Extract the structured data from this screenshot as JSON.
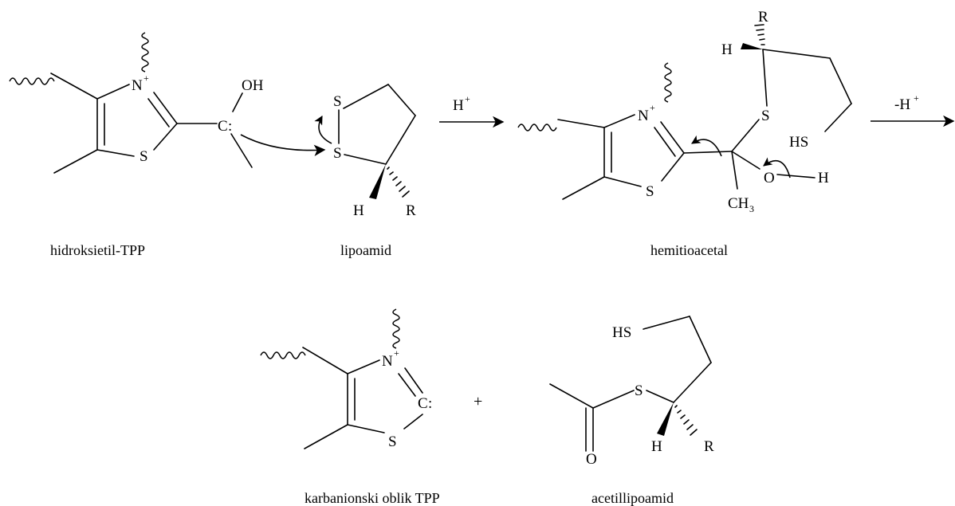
{
  "atoms": {
    "nitrogen": "N",
    "sulfur": "S",
    "carbon": "C",
    "oxygen": "O",
    "hydrogen": "H",
    "hydroxyl": "OH",
    "thiol": "HS",
    "r_group": "R",
    "methyl": "CH",
    "methyl_subscript": "3",
    "plus_charge": "+",
    "lone_pair": ":"
  },
  "reagents": {
    "step1_arrow_label": "H",
    "step1_arrow_superscript": "+",
    "step2_arrow_label": "-H",
    "step2_arrow_superscript": "+"
  },
  "labels": {
    "hydroxyethyl_tpp": "hidroksietil-TPP",
    "lipoamide": "lipoamid",
    "hemithioacetal": "hemitioacetal",
    "carbanion_tpp": "karbanionski oblik TPP",
    "acetyllipoamide": "acetillipoamid"
  },
  "plus_sign": "+"
}
